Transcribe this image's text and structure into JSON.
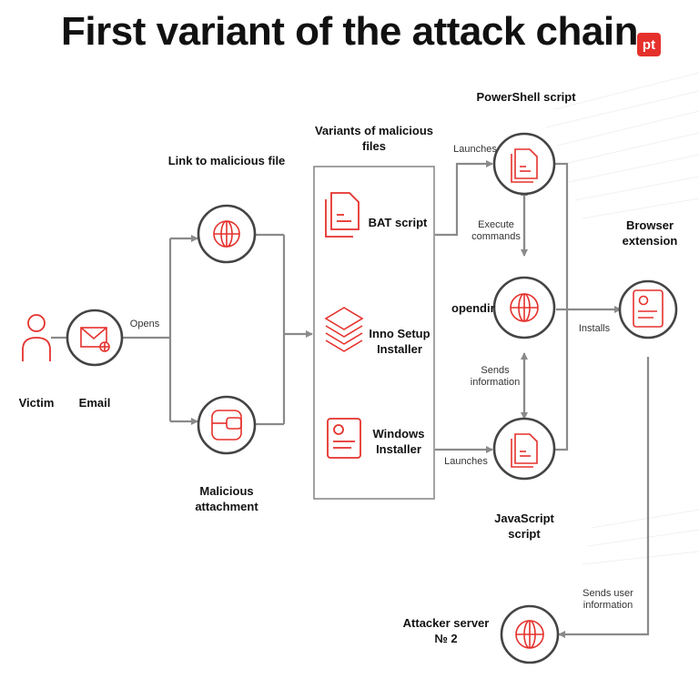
{
  "title": "First variant of the attack chain",
  "brand": {
    "logo_text": "pt",
    "accent": "#e5312c"
  },
  "nodes": {
    "victim": "Victim",
    "email": "Email",
    "link": "Link to malicious file",
    "attachment": "Malicious attachment",
    "variants_box": "Variants of malicious files",
    "bat": "BAT script",
    "inno": "Inno Setup Installer",
    "windows": "Windows Installer",
    "powershell": "PowerShell script",
    "opendir": "opendir",
    "javascript": "JavaScript script",
    "browser_ext": "Browser extension",
    "attacker": "Attacker server № 2"
  },
  "edges": {
    "opens": "Opens",
    "launches_top": "Launches",
    "launches_bottom": "Launches",
    "execute": "Execute commands",
    "sends_info": "Sends information",
    "installs": "Installs",
    "sends_user_info": "Sends user information"
  },
  "icons": [
    "user-icon",
    "envelope-bug-icon",
    "globe-icon",
    "wallet-icon",
    "file-icon",
    "layers-icon",
    "id-card-icon"
  ]
}
